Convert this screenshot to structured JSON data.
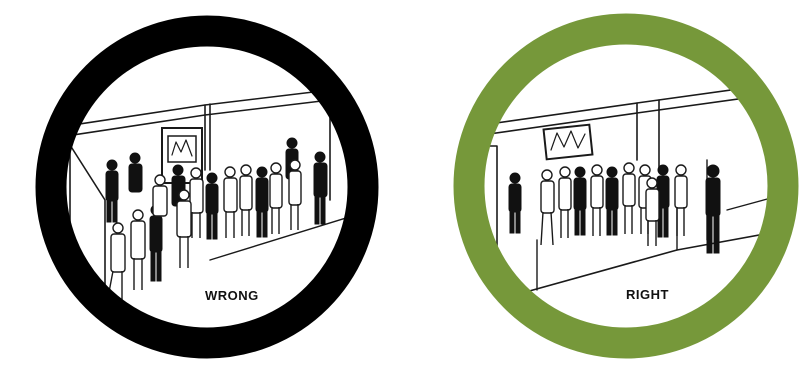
{
  "panels": [
    {
      "label": "WRONG",
      "ring_color": "#000000",
      "ring_name": "black"
    },
    {
      "label": "RIGHT",
      "ring_color": "#76983a",
      "ring_name": "green"
    }
  ],
  "colors": {
    "ink": "#1a1a1a",
    "background": "#ffffff",
    "figure_fill": "#111111"
  }
}
